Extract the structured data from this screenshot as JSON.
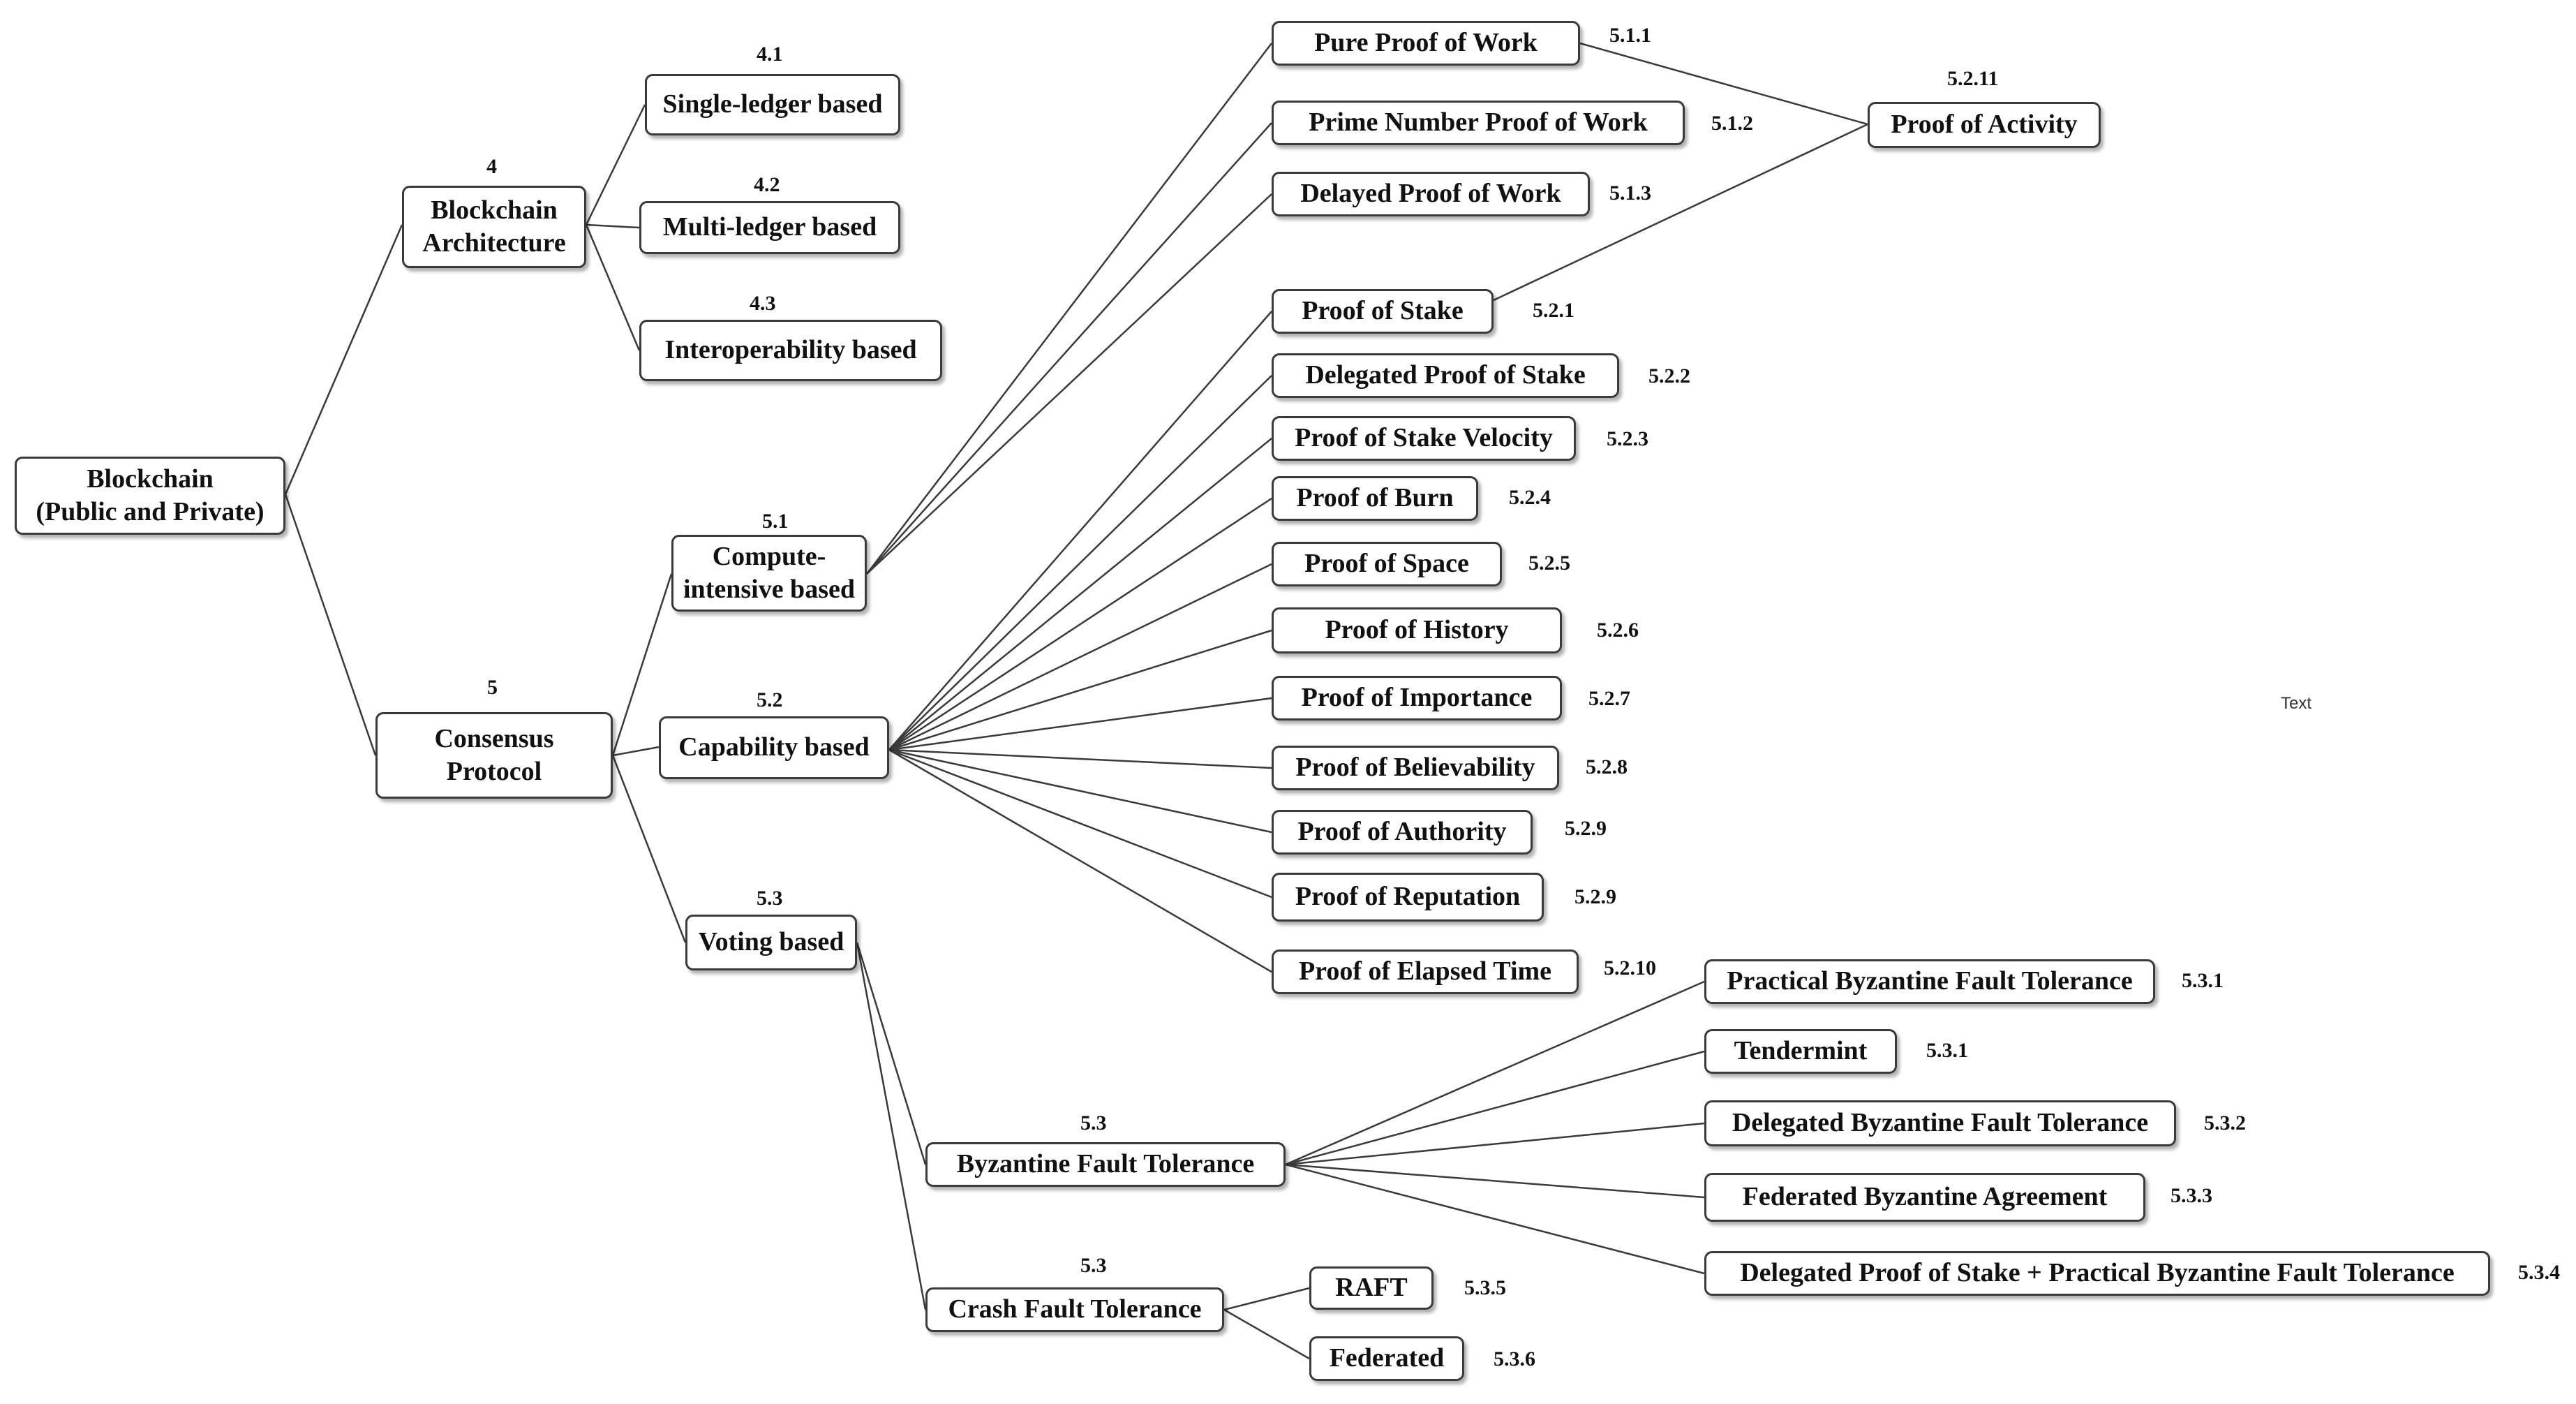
{
  "nodes": {
    "root": "Blockchain\n(Public and Private)",
    "arch": "Blockchain\nArchitecture",
    "single": "Single-ledger based",
    "multi": "Multi-ledger based",
    "interop": "Interoperability based",
    "consensus": "Consensus\nProtocol",
    "compute": "Compute-\nintensive based",
    "capability": "Capability based",
    "voting": "Voting based",
    "pow": "Pure Proof of Work",
    "prime": "Prime Number Proof of Work",
    "delayed": "Delayed Proof of Work",
    "activity": "Proof of Activity",
    "stake": "Proof of Stake",
    "dpos": "Delegated Proof of Stake",
    "velocity": "Proof of Stake Velocity",
    "burn": "Proof of Burn",
    "space": "Proof of Space",
    "history": "Proof of History",
    "importance": "Proof of Importance",
    "believability": "Proof of Believability",
    "authority": "Proof of Authority",
    "reputation": "Proof of Reputation",
    "elapsed": "Proof of Elapsed Time",
    "bft": "Byzantine Fault Tolerance",
    "cft": "Crash Fault Tolerance",
    "pbft": "Practical Byzantine Fault Tolerance",
    "tendermint": "Tendermint",
    "dbft": "Delegated Byzantine Fault Tolerance",
    "fba": "Federated Byzantine Agreement",
    "dpos_pbft": "Delegated Proof of Stake + Practical Byzantine Fault Tolerance",
    "raft": "RAFT",
    "federated": "Federated"
  },
  "numbers": {
    "arch": "4",
    "single": "4.1",
    "multi": "4.2",
    "interop": "4.3",
    "consensus": "5",
    "compute": "5.1",
    "capability": "5.2",
    "voting": "5.3",
    "pow": "5.1.1",
    "prime": "5.1.2",
    "delayed": "5.1.3",
    "activity": "5.2.11",
    "stake": "5.2.1",
    "dpos": "5.2.2",
    "velocity": "5.2.3",
    "burn": "5.2.4",
    "space": "5.2.5",
    "history": "5.2.6",
    "importance": "5.2.7",
    "believability": "5.2.8",
    "authority": "5.2.9",
    "reputation": "5.2.9",
    "elapsed": "5.2.10",
    "bft": "5.3",
    "cft": "5.3",
    "pbft": "5.3.1",
    "tendermint": "5.3.1",
    "dbft": "5.3.2",
    "fba": "5.3.3",
    "dpos_pbft": "5.3.4",
    "raft": "5.3.5",
    "federated": "5.3.6"
  },
  "stray_text": "Text",
  "colors": {
    "border": "#3a3a3a",
    "line": "#3a3a3a",
    "text": "#111111",
    "background": "#ffffff"
  }
}
